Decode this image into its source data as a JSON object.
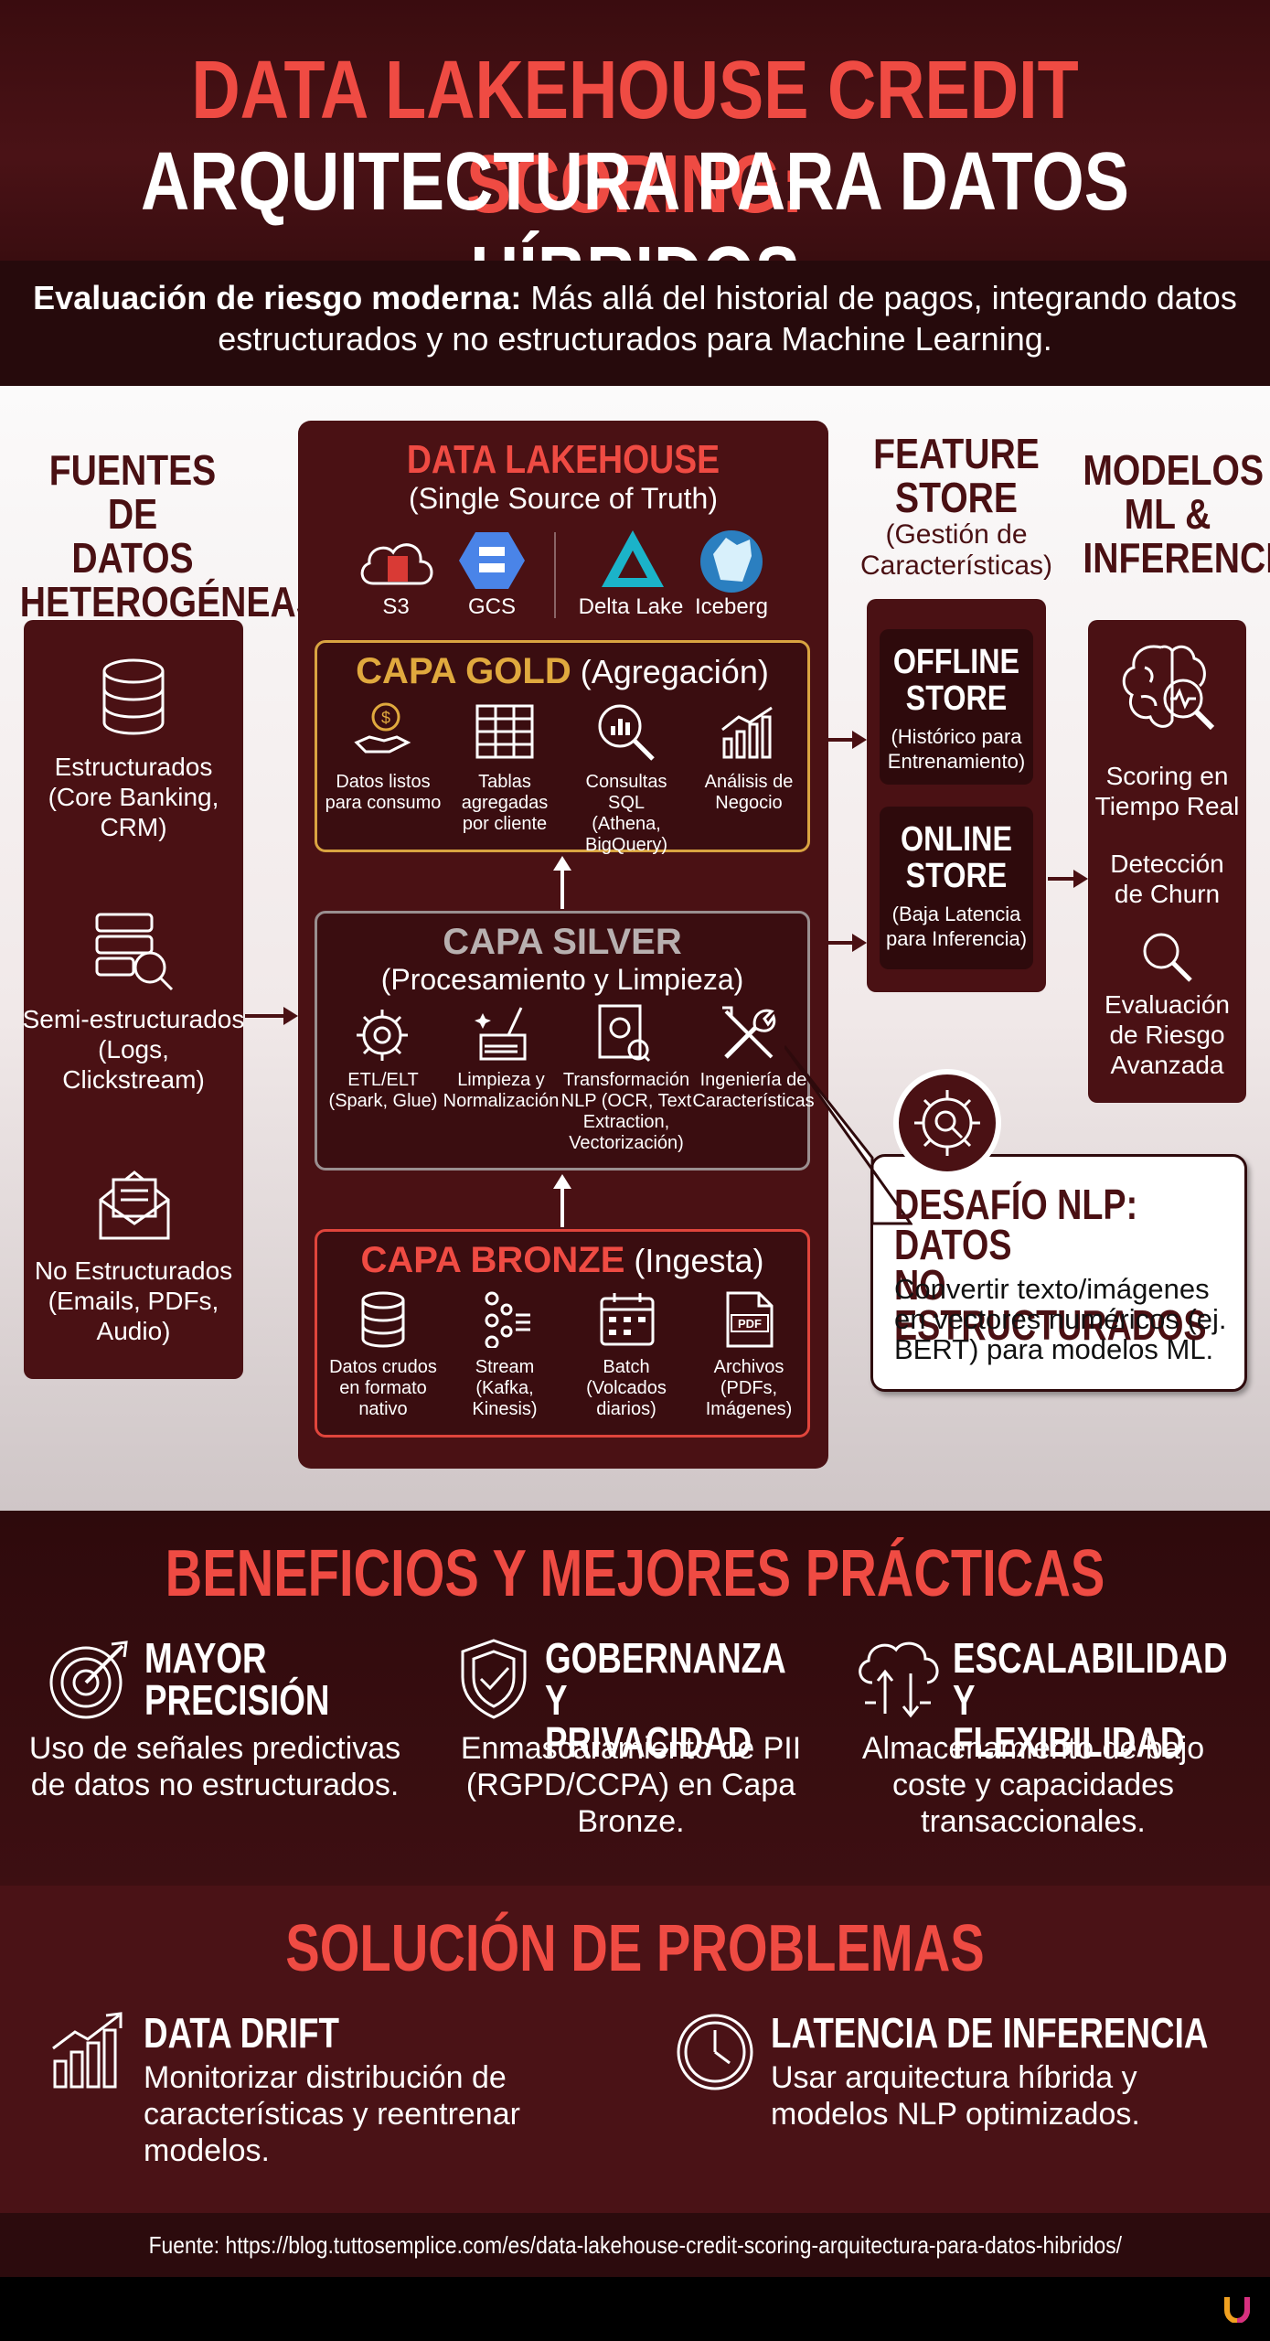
{
  "header": {
    "title_line1": "DATA LAKEHOUSE CREDIT SCORING:",
    "title_line2": "ARQUITECTURA PARA DATOS HÍBRIDOS",
    "subtitle_bold": "Evaluación de riesgo moderna:",
    "subtitle_rest": " Más allá del historial de pagos, integrando datos estructurados y no estructurados para Machine Learning."
  },
  "sources": {
    "heading": [
      "FUENTES DE",
      "DATOS",
      "HETEROGÉNEAS"
    ],
    "items": [
      {
        "label": [
          "Estructurados",
          "(Core Banking,",
          "CRM)"
        ],
        "icon": "database-icon"
      },
      {
        "label": [
          "Semi-estructurados",
          "(Logs,",
          "Clickstream)"
        ],
        "icon": "server-search-icon"
      },
      {
        "label": [
          "No Estructurados",
          "(Emails, PDFs,",
          "Audio)"
        ],
        "icon": "envelope-icon"
      }
    ]
  },
  "lakehouse": {
    "title": "DATA LAKEHOUSE",
    "subtitle": "(Single Source of Truth)",
    "storage": [
      "S3",
      "GCS",
      "Delta Lake",
      "Iceberg"
    ],
    "gold": {
      "name": "CAPA GOLD",
      "desc": " (Agregación)",
      "items": [
        [
          "Datos listos",
          "para consumo"
        ],
        [
          "Tablas",
          "agregadas",
          "por cliente"
        ],
        [
          "Consultas SQL",
          "(Athena,",
          "BigQuery)"
        ],
        [
          "Análisis de",
          "Negocio"
        ]
      ]
    },
    "silver": {
      "name": "CAPA SILVER",
      "desc": "(Procesamiento y Limpieza)",
      "items": [
        [
          "ETL/ELT",
          "(Spark, Glue)"
        ],
        [
          "Limpieza y",
          "Normalización"
        ],
        [
          "Transformación",
          "NLP (OCR, Text",
          "Extraction,",
          "Vectorización)"
        ],
        [
          "Ingeniería de",
          "Características"
        ]
      ]
    },
    "bronze": {
      "name": "CAPA BRONZE",
      "desc": " (Ingesta)",
      "items": [
        [
          "Datos crudos",
          "en formato",
          "nativo"
        ],
        [
          "Stream",
          "(Kafka,",
          "Kinesis)"
        ],
        [
          "Batch",
          "(Volcados",
          "diarios)"
        ],
        [
          "Archivos",
          "(PDFs,",
          "Imágenes)"
        ]
      ]
    }
  },
  "feature_store": {
    "heading": [
      "FEATURE",
      "STORE"
    ],
    "sub": [
      "(Gestión de",
      "Características)"
    ],
    "offline": {
      "title": [
        "OFFLINE",
        "STORE"
      ],
      "desc": [
        "(Histórico para",
        "Entrenamiento)"
      ]
    },
    "online": {
      "title": [
        "ONLINE",
        "STORE"
      ],
      "desc": [
        "(Baja Latencia",
        "para Inferencia)"
      ]
    }
  },
  "models": {
    "heading": [
      "MODELOS",
      "ML &",
      "INFERENCIA"
    ],
    "items": [
      [
        "Scoring en",
        "Tiempo Real"
      ],
      [
        "Detección",
        "de Churn"
      ],
      [
        "Evaluación",
        "de Riesgo",
        "Avanzada"
      ]
    ]
  },
  "nlp_challenge": {
    "title": [
      "DESAFÍO NLP: DATOS",
      "NO ESTRUCTURADOS"
    ],
    "text": "Convertir texto/imágenes en vectores numéricos (ej. BERT) para modelos ML."
  },
  "benefits": {
    "title": "BENEFICIOS Y MEJORES PRÁCTICAS",
    "items": [
      {
        "heading": [
          "MAYOR",
          "PRECISIÓN"
        ],
        "text": "Uso de señales predictivas de datos no estructurados.",
        "icon": "target-icon"
      },
      {
        "heading": [
          "GOBERNANZA Y",
          "PRIVACIDAD"
        ],
        "text": "Enmascaramiento de PII (RGPD/CCPA) en Capa Bronze.",
        "icon": "shield-icon"
      },
      {
        "heading": [
          "ESCALABILIDAD Y",
          "FLEXIBILIDAD"
        ],
        "text": "Almacenamiento de bajo coste y capacidades transaccionales.",
        "icon": "cloud-arrows-icon"
      }
    ]
  },
  "problems": {
    "title": "SOLUCIÓN DE PROBLEMAS",
    "items": [
      {
        "heading": "DATA DRIFT",
        "text": "Monitorizar distribución de características y reentrenar modelos.",
        "icon": "chart-up-icon"
      },
      {
        "heading": "LATENCIA DE INFERENCIA",
        "text": "Usar arquitectura híbrida y modelos NLP optimizados.",
        "icon": "clock-icon"
      }
    ]
  },
  "footer": {
    "source": "Fuente: https://blog.tuttosemplice.com/es/data-lakehouse-credit-scoring-arquitectura-para-datos-hibridos/"
  },
  "colors": {
    "accent_red": "#ef4b43",
    "dark_maroon": "#4a1114",
    "bronze_border": "#e0453c",
    "gold_border": "#d9a441",
    "silver_border": "#9a8f90"
  }
}
